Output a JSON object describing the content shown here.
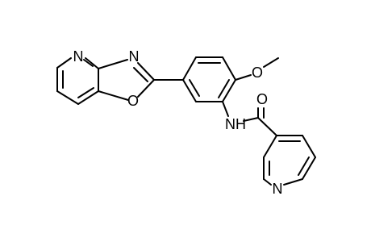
{
  "molecule": {
    "atoms": {
      "pyridine_top_n": "N",
      "oxazole_n": "N",
      "oxazole_o": "O",
      "methoxy_o": "O",
      "amide_nh": "NH",
      "carbonyl_o": "O",
      "pyridine_bottom_n": "N"
    }
  }
}
